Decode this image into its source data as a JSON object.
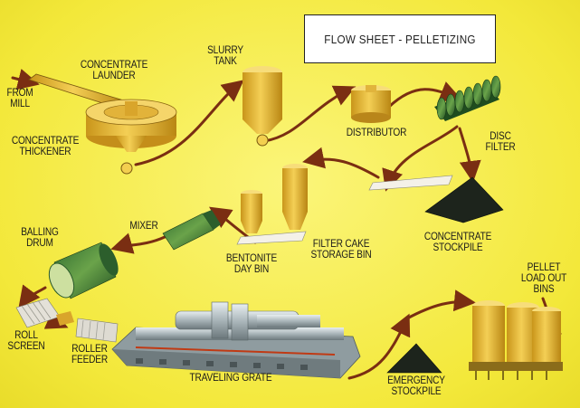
{
  "title": "FLOW SHEET - PELLETIZING",
  "labels": {
    "from_mill": [
      "FROM",
      "MILL"
    ],
    "concentrate_launder": [
      "CONCENTRATE",
      "LAUNDER"
    ],
    "slurry_tank": [
      "SLURRY",
      "TANK"
    ],
    "concentrate_thickener": [
      "CONCENTRATE",
      "THICKENER"
    ],
    "distributor": [
      "DISTRIBUTOR"
    ],
    "disc_filter": [
      "DISC",
      "FILTER"
    ],
    "concentrate_stockpile": [
      "CONCENTRATE",
      "STOCKPILE"
    ],
    "balling_drum": [
      "BALLING",
      "DRUM"
    ],
    "mixer": [
      "MIXER"
    ],
    "bentonite_day_bin": [
      "BENTONITE",
      "DAY BIN"
    ],
    "filter_cake_storage_bin": [
      "FILTER CAKE",
      "STORAGE BIN"
    ],
    "pellet_load_out_bins": [
      "PELLET",
      "LOAD OUT",
      "BINS"
    ],
    "roll_screen": [
      "ROLL",
      "SCREEN"
    ],
    "roller_feeder": [
      "ROLLER",
      "FEEDER"
    ],
    "traveling_grate": [
      "TRAVELING GRATE"
    ],
    "emergency_stockpile": [
      "EMERGENCY",
      "STOCKPILE"
    ]
  }
}
